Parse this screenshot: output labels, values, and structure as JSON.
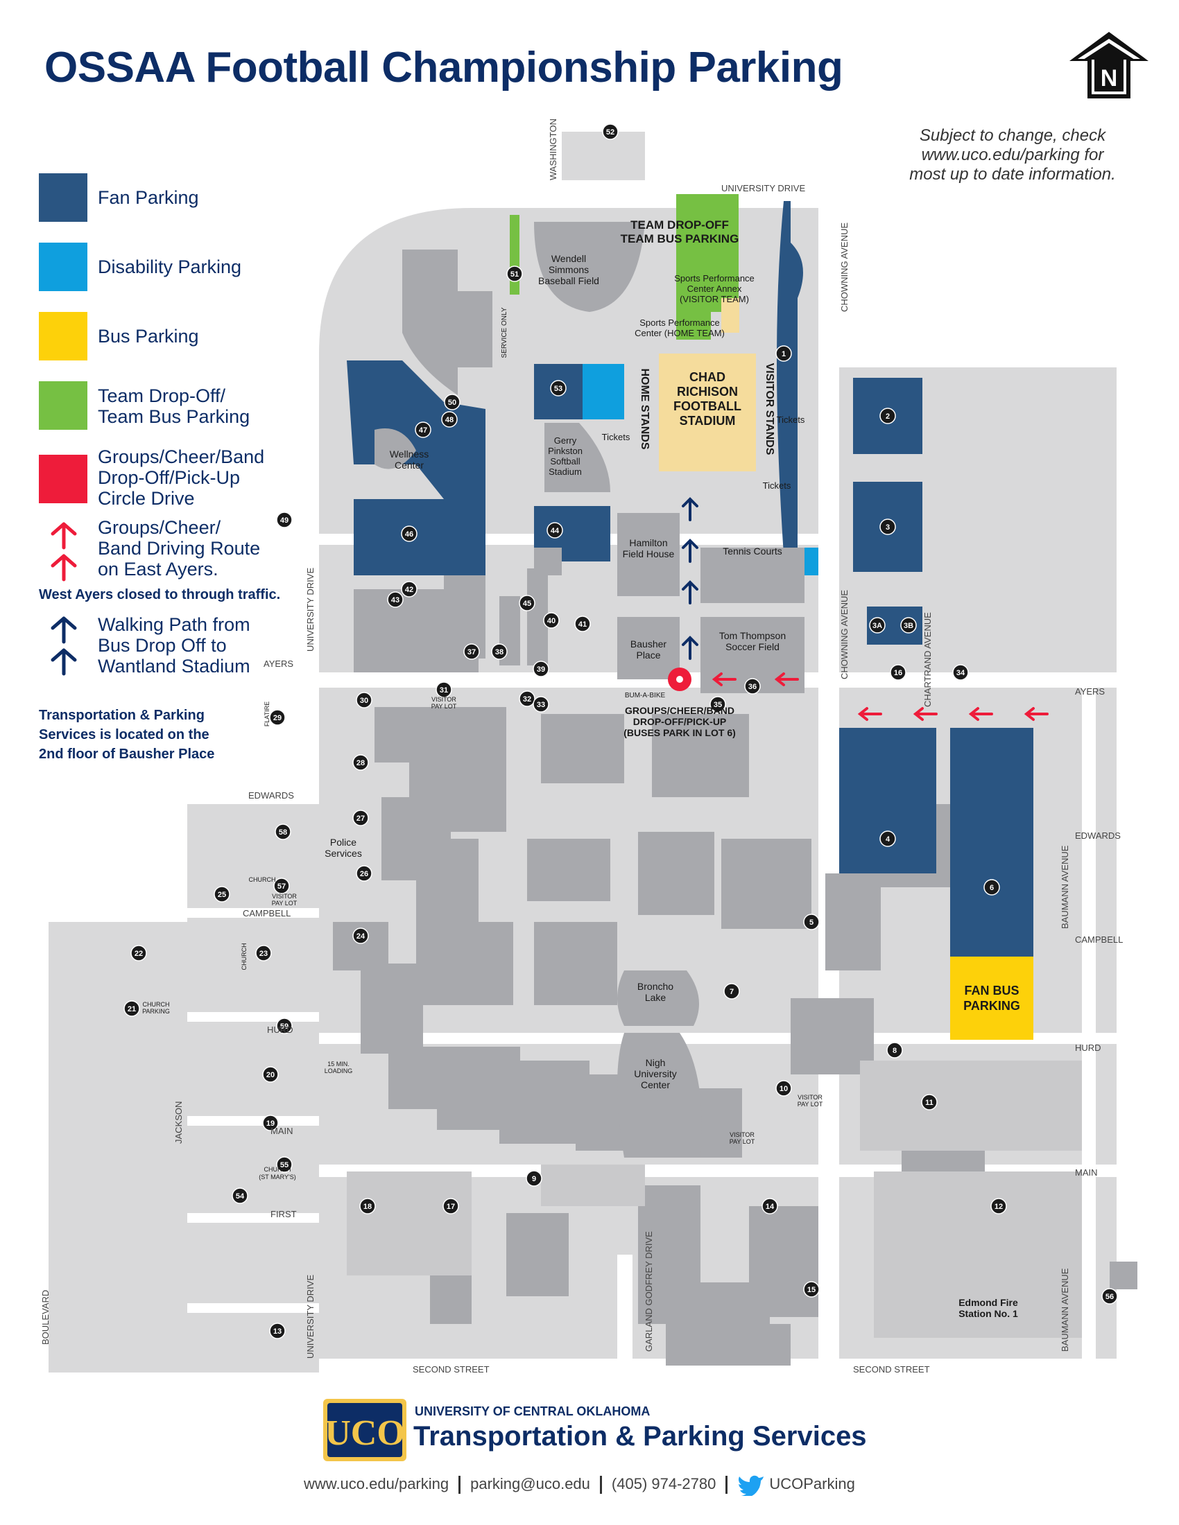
{
  "title": "OSSAA Football Championship Parking",
  "north_label": "N",
  "disclaimer": [
    "Subject to change, check",
    "www.uco.edu/parking for",
    "most up to date information."
  ],
  "colors": {
    "fan_parking": "#2a5582",
    "disability_parking": "#0f9fde",
    "bus_parking": "#fdd10a",
    "team_dropoff": "#76c043",
    "groups_dropoff": "#ee1c3a",
    "navy": "#0d2d66",
    "building": "#a8a9ad",
    "ground": "#d9d9da"
  },
  "legend": {
    "fan": "Fan Parking",
    "disability": "Disability Parking",
    "bus": "Bus Parking",
    "team": [
      "Team Drop-Off/",
      "Team Bus Parking"
    ],
    "groups": [
      "Groups/Cheer/Band",
      "Drop-Off/Pick-Up",
      "Circle Drive"
    ],
    "route": [
      "Groups/Cheer/",
      "Band Driving Route",
      "on East Ayers."
    ],
    "west_closed": "West Ayers closed to through traffic.",
    "walking": [
      "Walking Path from",
      "Bus Drop Off to",
      "Wantland Stadium"
    ],
    "tps_note": [
      "Transportation & Parking",
      "Services is located on the",
      "2nd floor of Bausher Place"
    ]
  },
  "streets": {
    "washington": "WASHINGTON",
    "university_drive_n": "UNIVERSITY DRIVE",
    "chowning_n": "CHOWNING AVENUE",
    "chowning_s": "CHOWNING AVENUE",
    "chartrand": "CHARTRAND AVENUE",
    "university_drive_w1": "UNIVERSITY DRIVE",
    "university_drive_w2": "UNIVERSITY DRIVE",
    "ayers_w": "AYERS",
    "ayers_e": "AYERS",
    "edwards_w": "EDWARDS",
    "edwards_e": "EDWARDS",
    "campbell_w": "CAMPBELL",
    "campbell_e": "CAMPBELL",
    "hurd_w": "HURD",
    "hurd_e": "HURD",
    "main_w": "MAIN",
    "main_e": "MAIN",
    "first": "FIRST",
    "jackson": "JACKSON",
    "boulevard": "BOULEVARD",
    "baumann_n": "BAUMANN AVENUE",
    "baumann_s": "BAUMANN AVENUE",
    "garland": "GARLAND GODFREY DRIVE",
    "second_w": "SECOND STREET",
    "second_e": "SECOND STREET"
  },
  "places": {
    "team_drop": [
      "TEAM DROP-OFF",
      "TEAM BUS PARKING"
    ],
    "baseball": [
      "Wendell",
      "Simmons",
      "Baseball Field"
    ],
    "spca": [
      "Sports Performance",
      "Center Annex",
      "(VISITOR TEAM)"
    ],
    "spc": [
      "Sports Performance",
      "Center (HOME TEAM)"
    ],
    "stadium": [
      "CHAD",
      "RICHISON",
      "FOOTBALL",
      "STADIUM"
    ],
    "home_stands": "HOME STANDS",
    "visitor_stands": "VISITOR STANDS",
    "tickets": "Tickets",
    "service_only": "SERVICE ONLY",
    "wellness": [
      "Wellness",
      "Center"
    ],
    "softball": [
      "Gerry",
      "Pinkston",
      "Softball",
      "Stadium"
    ],
    "hamilton": [
      "Hamilton",
      "Field House"
    ],
    "tennis": "Tennis Courts",
    "soccer": [
      "Tom Thompson",
      "Soccer Field"
    ],
    "bausher": [
      "Bausher",
      "Place"
    ],
    "bum_a_bike": "BUM-A-BIKE",
    "visitor_pay_lot": [
      "VISITOR",
      "PAY LOT"
    ],
    "groups_circle": [
      "GROUPS/CHEER/BAND",
      "DROP-OFF/PICK-UP",
      "(BUSES PARK IN LOT 6)"
    ],
    "flatire": "FLATIRE",
    "police": [
      "Police",
      "Services"
    ],
    "church": "CHURCH",
    "church_parking": [
      "CHURCH",
      "PARKING"
    ],
    "church_st_marys": [
      "CHURCH",
      "(ST MARY'S)"
    ],
    "min_loading": [
      "15 MIN.",
      "LOADING"
    ],
    "broncho_lake": [
      "Broncho",
      "Lake"
    ],
    "nigh": [
      "Nigh",
      "University",
      "Center"
    ],
    "fan_bus": [
      "FAN BUS",
      "PARKING"
    ],
    "fire_station": [
      "Edmond Fire",
      "Station No. 1"
    ]
  },
  "lots": [
    "1",
    "2",
    "3",
    "3A",
    "3B",
    "4",
    "5",
    "6",
    "7",
    "8",
    "9",
    "10",
    "11",
    "12",
    "13",
    "14",
    "15",
    "16",
    "17",
    "18",
    "19",
    "20",
    "21",
    "22",
    "23",
    "24",
    "25",
    "26",
    "27",
    "28",
    "29",
    "30",
    "31",
    "32",
    "33",
    "34",
    "35",
    "36",
    "37",
    "38",
    "39",
    "40",
    "41",
    "42",
    "43",
    "44",
    "45",
    "46",
    "47",
    "48",
    "49",
    "50",
    "51",
    "52",
    "53",
    "54",
    "55",
    "56",
    "57",
    "58",
    "59"
  ],
  "footer": {
    "logo_text": "UCO",
    "university": "UNIVERSITY OF CENTRAL OKLAHOMA",
    "department": "Transportation & Parking Services",
    "website": "www.uco.edu/parking",
    "email": "parking@uco.edu",
    "phone": "(405) 974-2780",
    "twitter": "UCOParking"
  }
}
